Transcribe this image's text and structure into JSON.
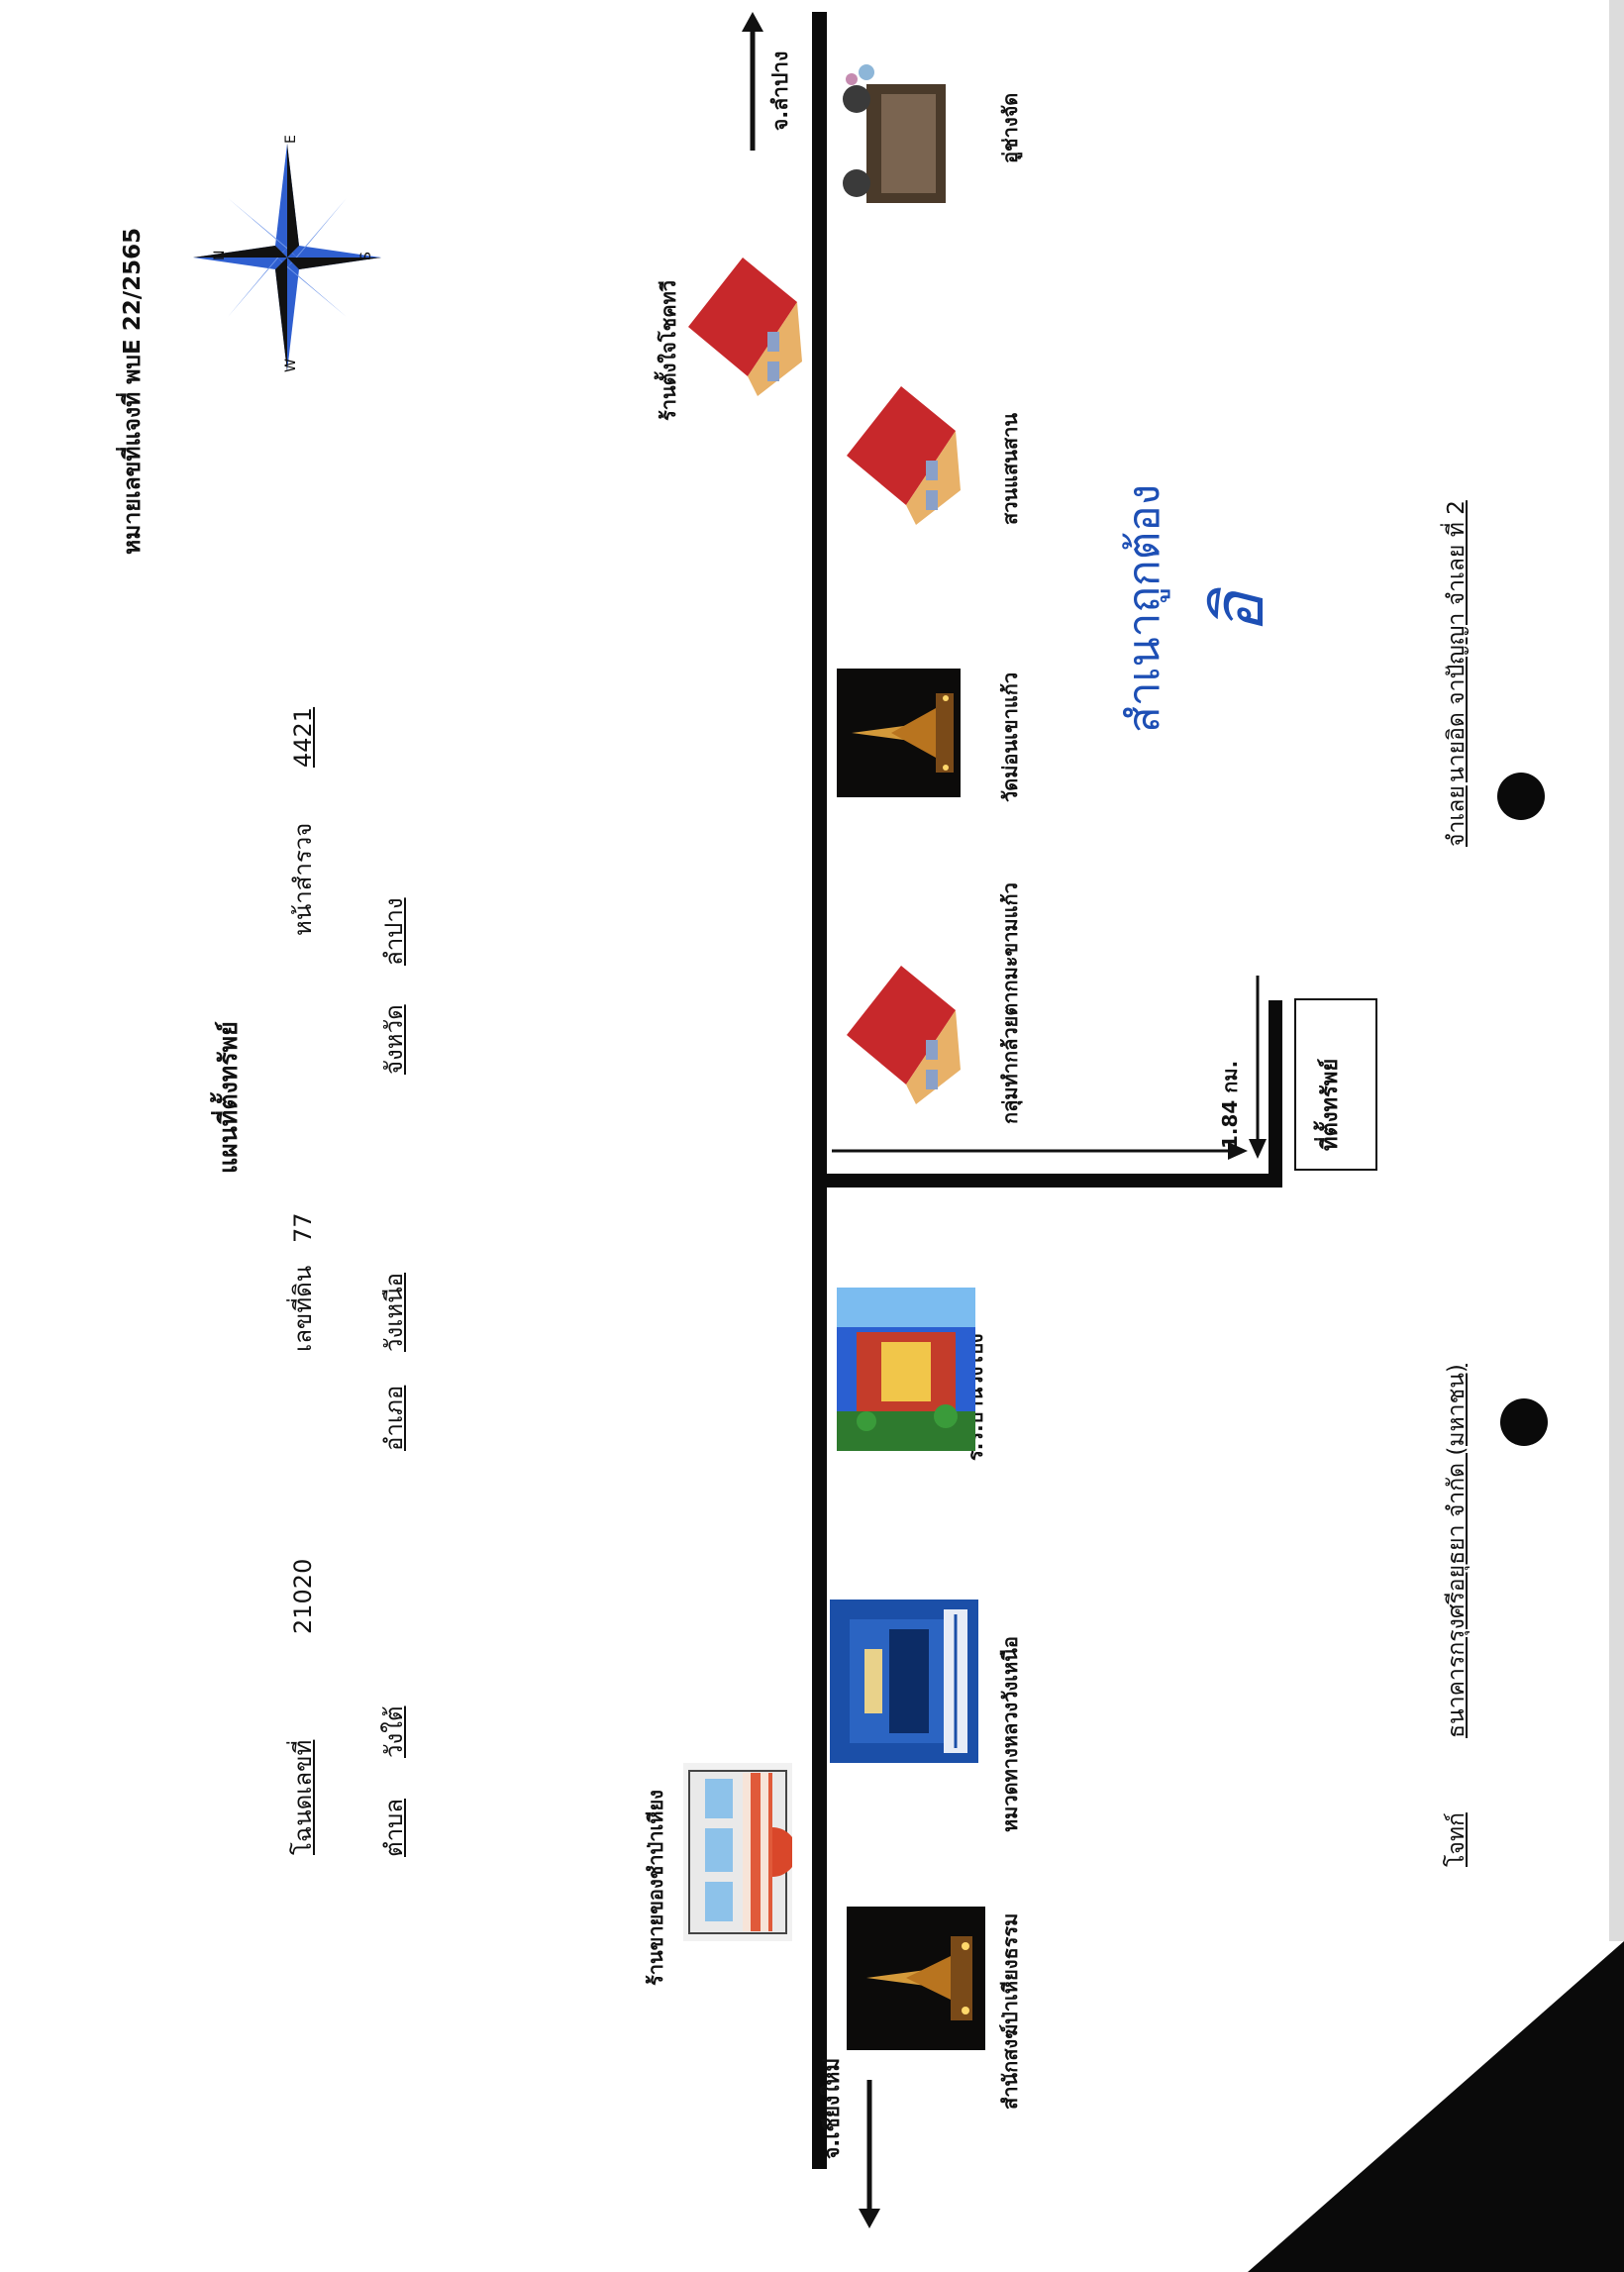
{
  "header": {
    "ref_number": "หมายเลขที่แจงที่ พบE 22/2565",
    "map_title": "แผนที่ตั้งทรัพย์",
    "deed_label": "โฉนดเลขที่",
    "deed_no": "21020",
    "land_no_label": "เลขที่ดิน",
    "land_no": "77",
    "survey_label": "หน้าสำรวจ",
    "survey_no": "4421",
    "subdistrict_label": "ตำบล",
    "subdistrict": "วังใต้",
    "district_label": "อำเภอ",
    "district": "วังเหนือ",
    "province_label": "จังหวัด",
    "province": "ลำปาง"
  },
  "compass": {
    "icon": "compass-rose-icon",
    "north": "N",
    "south": "S",
    "west": "W",
    "east": "E"
  },
  "directions": {
    "to_lampang": "จ.ลำปาง",
    "to_chiangmai": "จ.เชียงใหม่",
    "distance": "1.84 กม.",
    "property": "ที่ตั้งทรัพย์"
  },
  "landmarks": {
    "shop_top": "ร้านขายของชำป่าเหียง",
    "temple_left": "สำนักสงฆ์ป่าเหียงธรรม",
    "police_station": "หมวดทางหลวงวังเหนือ",
    "school": "ร.ร.บ้านวังโป่ง",
    "group_house": "กลุ่มทำกล้วยตากมะขามแก้ว",
    "temple_right": "วัดม่อนเขาแก้ว",
    "farm_house": "สวนแสนสาน",
    "shop_right_top": "ร้านตั้งใจโชคทวี",
    "car_repair": "อู่ช่างจัด"
  },
  "stamp": {
    "certified": "สำเนาถูกต้อง",
    "signature": "อิ"
  },
  "footer": {
    "plaintiff_label": "โจทก์",
    "plaintiff": "ธนาคารกรุงศรีอยุธยา จำกัด (มหาชน)",
    "defendant_label": "จำเลย",
    "defendant": "นายอิด จาปัญญา จำเลย ที่ 2"
  },
  "colors": {
    "road": "#0b0b0b",
    "stamp_ink": "#1d4fb5",
    "roof": "#c7282b",
    "wall": "#e8b168"
  }
}
